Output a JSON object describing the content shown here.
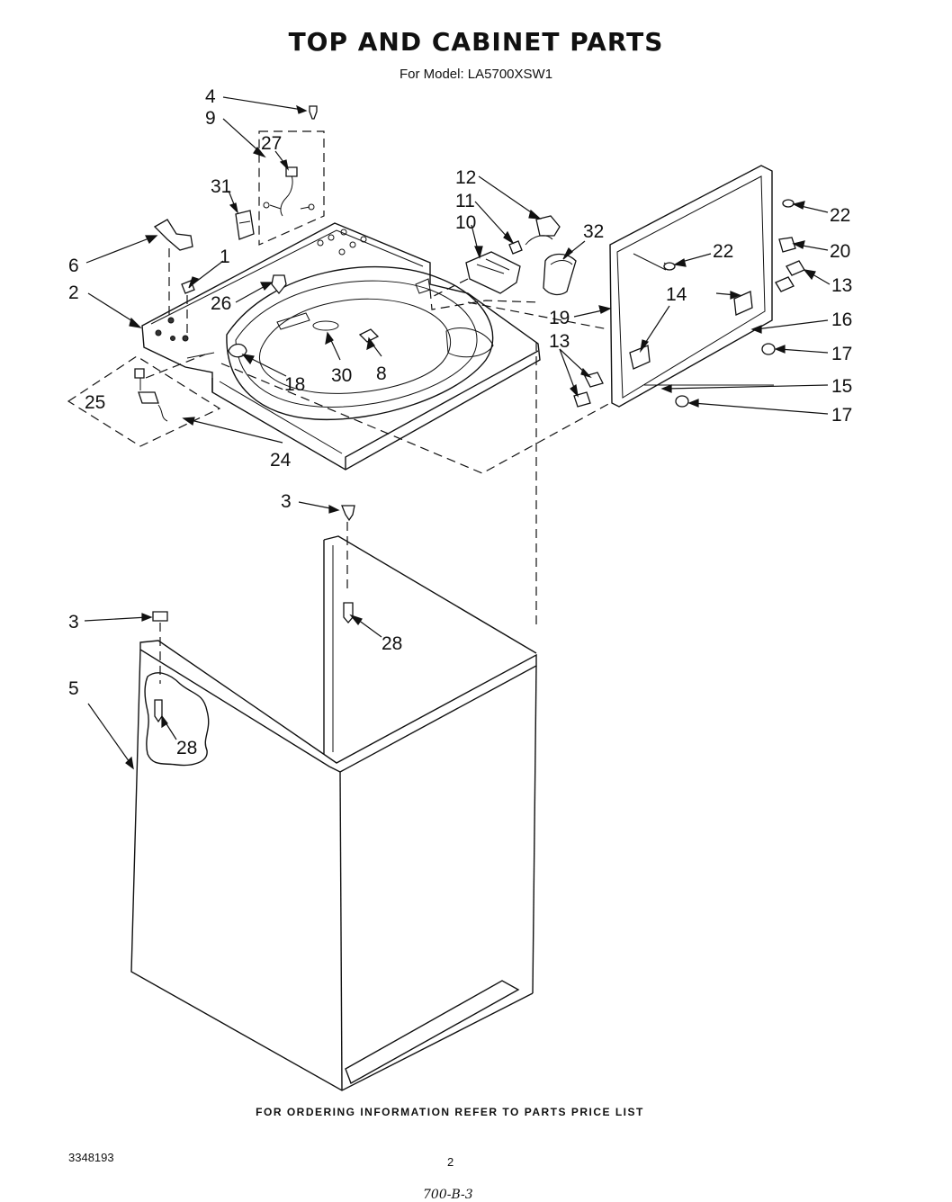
{
  "header": {
    "title": "TOP AND CABINET PARTS",
    "model": "For Model: LA5700XSW1"
  },
  "callouts": [
    {
      "id": "c4",
      "label": "4"
    },
    {
      "id": "c9",
      "label": "9"
    },
    {
      "id": "c27",
      "label": "27"
    },
    {
      "id": "c31",
      "label": "31"
    },
    {
      "id": "c6",
      "label": "6"
    },
    {
      "id": "c1",
      "label": "1"
    },
    {
      "id": "c2",
      "label": "2"
    },
    {
      "id": "c26",
      "label": "26"
    },
    {
      "id": "c18",
      "label": "18"
    },
    {
      "id": "c25",
      "label": "25"
    },
    {
      "id": "c24",
      "label": "24"
    },
    {
      "id": "c30",
      "label": "30"
    },
    {
      "id": "c8",
      "label": "8"
    },
    {
      "id": "c12",
      "label": "12"
    },
    {
      "id": "c11",
      "label": "11"
    },
    {
      "id": "c10",
      "label": "10"
    },
    {
      "id": "c32",
      "label": "32"
    },
    {
      "id": "c19",
      "label": "19"
    },
    {
      "id": "c22a",
      "label": "22"
    },
    {
      "id": "c22b",
      "label": "22"
    },
    {
      "id": "c20",
      "label": "20"
    },
    {
      "id": "c13a",
      "label": "13"
    },
    {
      "id": "c14",
      "label": "14"
    },
    {
      "id": "c16",
      "label": "16"
    },
    {
      "id": "c13b",
      "label": "13"
    },
    {
      "id": "c17a",
      "label": "17"
    },
    {
      "id": "c15",
      "label": "15"
    },
    {
      "id": "c17b",
      "label": "17"
    },
    {
      "id": "c3a",
      "label": "3"
    },
    {
      "id": "c28a",
      "label": "28"
    },
    {
      "id": "c3b",
      "label": "3"
    },
    {
      "id": "c5",
      "label": "5"
    },
    {
      "id": "c28b",
      "label": "28"
    }
  ],
  "footer": {
    "ordering_note": "FOR ORDERING INFORMATION REFER TO PARTS PRICE LIST",
    "doc_number": "3348193",
    "page_number": "2",
    "handwritten_note": "700-B-3"
  }
}
